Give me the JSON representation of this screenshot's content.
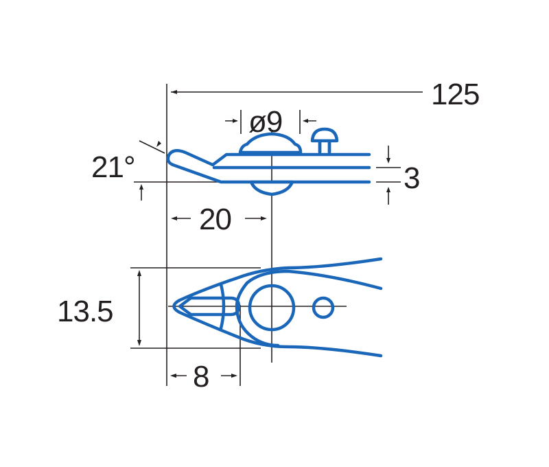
{
  "colors": {
    "tool_outline": "#1a66b8",
    "dimension_lines": "#231f20",
    "background": "#ffffff"
  },
  "dimensions": {
    "overall_length": "125",
    "pivot_diameter": "ø9",
    "thickness": "3",
    "head_angle": "21°",
    "pivot_distance": "20",
    "head_width": "13.5",
    "jaw_length": "8"
  }
}
